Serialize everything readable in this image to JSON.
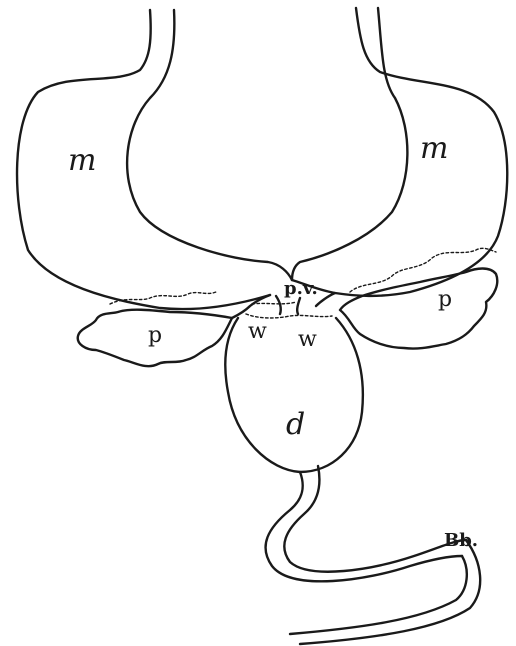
{
  "labels": {
    "left_stomach": "m",
    "right_stomach": "m",
    "pylorus": "p.v.",
    "left_pancreas": "p",
    "right_pancreas": "p",
    "left_w": "w",
    "right_w": "w",
    "duodenum": "d",
    "signature": "Bb."
  },
  "colors": {
    "ink": "#1a1a1a",
    "paper": "#ffffff"
  }
}
